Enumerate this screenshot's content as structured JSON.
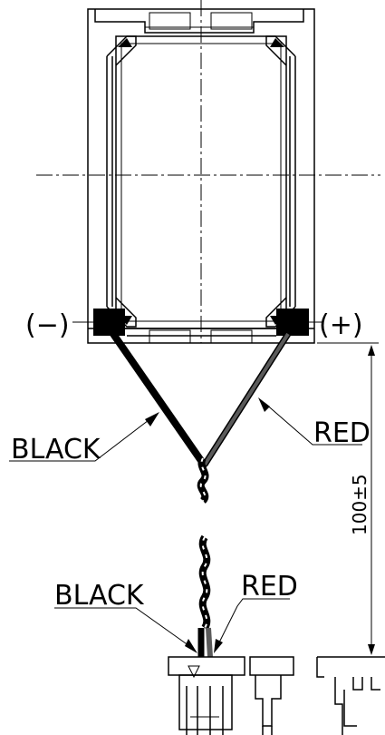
{
  "labels": {
    "minus": "(−)",
    "plus": "(+)",
    "black_upper": "BLACK",
    "red_upper": "RED",
    "black_lower": "BLACK",
    "red_lower": "RED",
    "dimension": "100±5"
  },
  "colors": {
    "line": "#000000",
    "black_wire": "#1a1a1a",
    "red_wire": "#5a5a5a",
    "background": "#ffffff"
  }
}
